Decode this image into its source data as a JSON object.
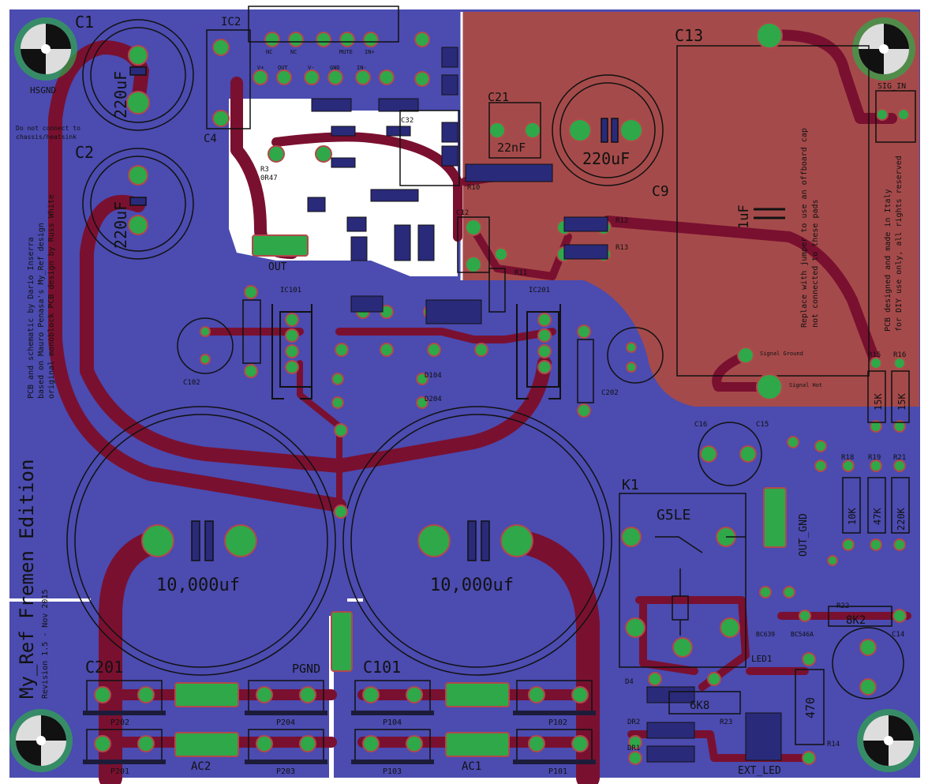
{
  "board": {
    "title": "My_Ref Fremen Edition",
    "revision": "Revision 1.5 - Nov 2015",
    "credits": [
      "PCB and schematic by Dario Inserra",
      "based on Mauro Penasa's My_Ref design",
      "original monoblock PCB design by Russ White"
    ],
    "made_in": [
      "PCB designed and made in Italy",
      "for DIY use only, all rights reserved"
    ],
    "offboard_note": [
      "Replace with jumper to use an offboard cap",
      "not connected to these pads"
    ],
    "hsgnd_note": [
      "Do not connect to",
      "chassis/heatsink"
    ]
  },
  "labels": {
    "c1": "C1",
    "c2": "C2",
    "c4": "C4",
    "c9": "C9",
    "c13": "C13",
    "c14": "C14",
    "c16": "C16",
    "c15": "C15",
    "c21": "C21",
    "c12": "C12",
    "c32": "C32",
    "c101": "C101",
    "c102": "C102",
    "c201": "C201",
    "c202": "C202",
    "ic2": "IC2",
    "ic101": "IC101",
    "ic201": "IC201",
    "k1": "K1",
    "relay": "G5LE",
    "hsgnd": "HSGND",
    "out": "OUT",
    "pgnd": "PGND",
    "out_gnd": "OUT_GND",
    "sig_in": "SIG_IN",
    "ext_led": "EXT_LED",
    "led1": "LED1",
    "ac1": "AC1",
    "ac2": "AC2",
    "cap_220a": "220uF",
    "cap_220b": "220uF",
    "cap_220c": "220uF",
    "cap_10k_left": "10,000uf",
    "cap_10k_right": "10,000uf",
    "c13_val": "1uF",
    "c21_val": "22nF",
    "r3": "R3",
    "r3_val": "0R47",
    "r10": "R10",
    "r11": "R11",
    "r12": "R12",
    "r13": "R13",
    "r14": "R14",
    "r15": "R15",
    "r16": "R16",
    "r18": "R18",
    "r19": "R19",
    "r21": "R21",
    "r22": "R22",
    "r23": "R23",
    "r14_val": "470",
    "r22_val": "8K2",
    "r23_val": "6K8",
    "r18_val": "10K",
    "r19_val": "47K",
    "r21_val": "220K",
    "r15_val": "15K",
    "r16_val": "15K",
    "p101": "P101",
    "p102": "P102",
    "p103": "P103",
    "p104": "P104",
    "p201": "P201",
    "p202": "P202",
    "p203": "P203",
    "p204": "P204",
    "d104": "D104",
    "d204": "D204",
    "d4": "D4",
    "dr1": "DR1",
    "dr2": "DR2",
    "bc639": "BC639",
    "bc546a": "BC546A",
    "signal_ground": "Signal Ground",
    "signal_hot": "Signal Hot",
    "nc1": "NC",
    "nc2": "NC",
    "mute": "MUTE",
    "in_plus": "IN+",
    "in_minus": "IN-",
    "vcc_plus": "V+",
    "vcc_minus": "V-",
    "gnd_pin": "GND",
    "out_pin": "OUT"
  },
  "colors": {
    "bottom_copper": "#4b4bb0",
    "top_copper": "#a54a4a",
    "trace": "#7a1030",
    "pad": "#2fa84a",
    "via": "#3c9a6a",
    "silk": "#111111",
    "board_white": "#ffffff"
  }
}
